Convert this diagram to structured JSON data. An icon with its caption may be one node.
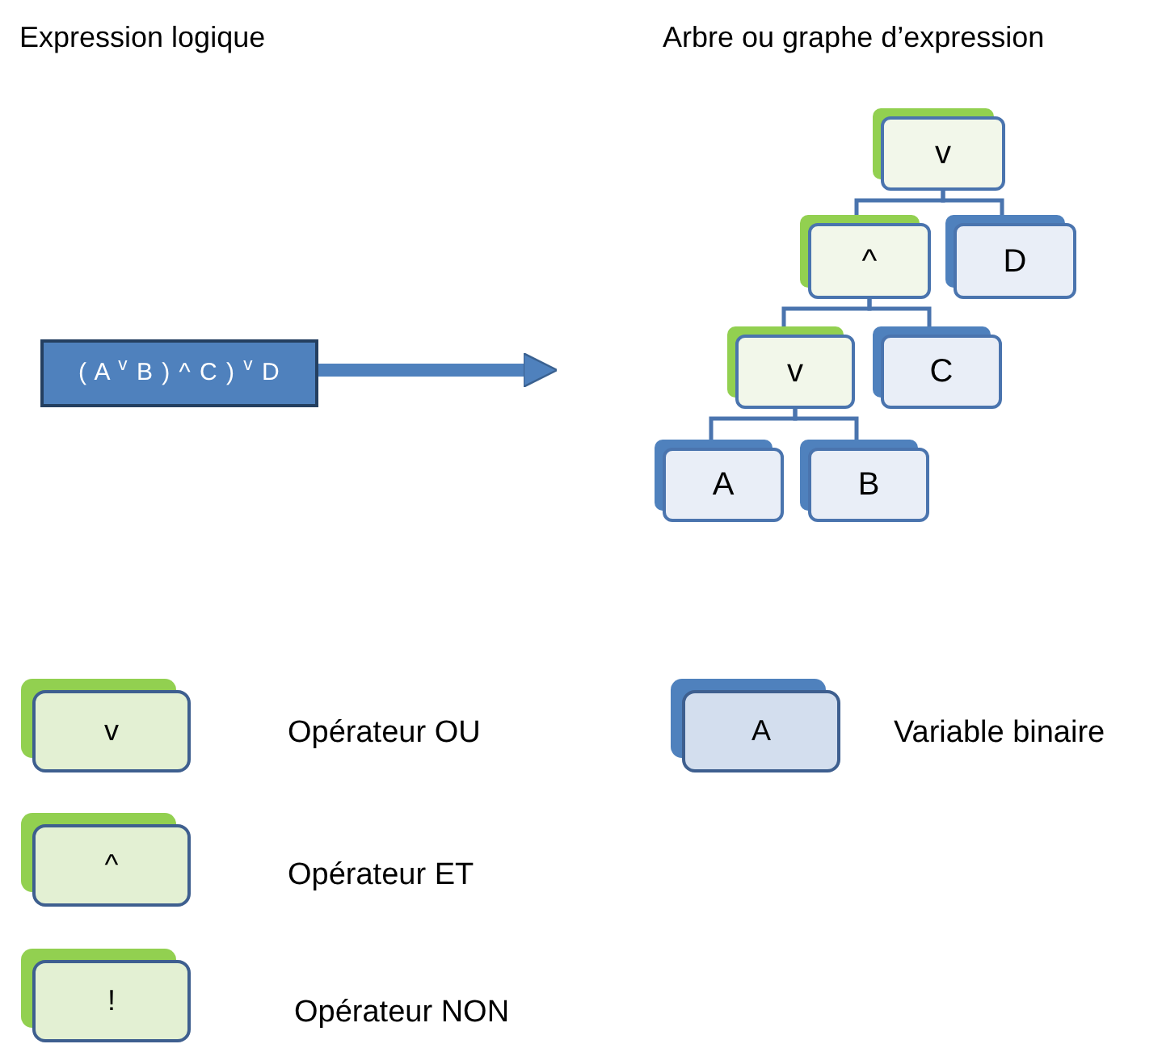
{
  "diagram": {
    "nodes": [
      {
        "text": [
          "( A $^{v}$ B ) ^ C ) $^{v}$ D"
        ]
      },
      {
        "text": [
          "v"
        ]
      },
      {
        "text": [
          "^"
        ]
      },
      {
        "text": [
          "D"
        ]
      },
      {
        "text": [
          "v"
        ]
      },
      {
        "text": [
          "C"
        ]
      },
      {
        "text": [
          "A"
        ]
      },
      {
        "text": [
          "B"
        ]
      },
      {
        "text": [
          "v"
        ],
        "beside": [
          "Opérateur OU"
        ]
      },
      {
        "text": [
          "^"
        ],
        "beside": [
          "Opérateur ET"
        ]
      },
      {
        "text": [
          "!"
        ],
        "beside": [
          "Opérateur NON"
        ]
      },
      {
        "text": [
          "A"
        ],
        "beside": [
          "Variable binaire"
        ]
      }
    ],
    "edges": [
      {
        "from": 0,
        "to": null,
        "arrow": "to",
        "style": "thick"
      },
      {
        "from": 1,
        "to": 2,
        "arrow": "none"
      },
      {
        "from": 1,
        "to": 3,
        "arrow": "none"
      },
      {
        "from": 2,
        "to": 4,
        "arrow": "none"
      },
      {
        "from": 2,
        "to": 5,
        "arrow": "none"
      },
      {
        "from": 4,
        "to": 6,
        "arrow": "none"
      },
      {
        "from": 4,
        "to": 7,
        "arrow": "none"
      }
    ],
    "labels": [
      "Expression logique",
      "Arbre ou graphe d’expression"
    ]
  }
}
